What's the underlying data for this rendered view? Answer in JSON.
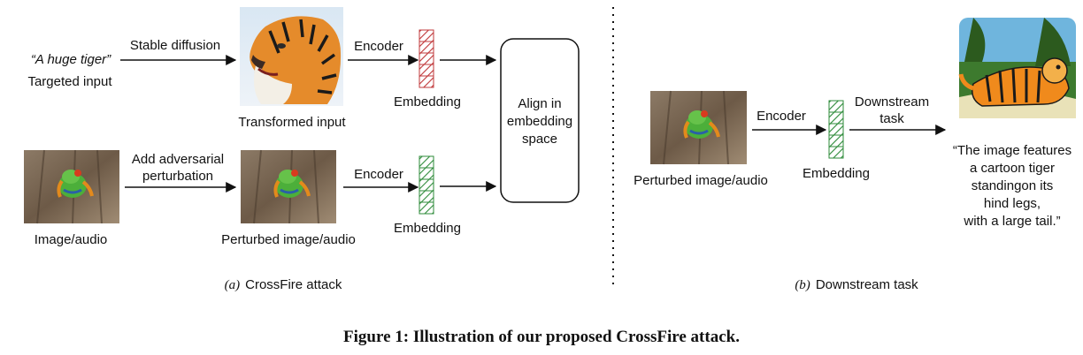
{
  "colors": {
    "red_text": "#e8191b",
    "red_embedding": "#c0393b",
    "green_embedding": "#2e8b3a",
    "stroke": "#111111"
  },
  "left": {
    "target_text": "“A huge tiger”",
    "targeted_input_label": "Targeted input",
    "stable_diffusion_label": "Stable diffusion",
    "transformed_input_label": "Transformed input",
    "encoder_top": "Encoder",
    "embedding_top": "Embedding",
    "image_audio_label": "Image/audio",
    "add_adv_line1": "Add adversarial",
    "add_adv_line2": "perturbation",
    "perturbed_label": "Perturbed image/audio",
    "encoder_bottom": "Encoder",
    "embedding_bottom": "Embedding",
    "align_line1": "Align in",
    "align_line2": "embedding",
    "align_line3": "space",
    "subcaption_prefix": "(a)",
    "subcaption_text": "CrossFire attack"
  },
  "right": {
    "perturbed_label": "Perturbed image/audio",
    "encoder": "Encoder",
    "embedding": "Embedding",
    "downstream_line1": "Downstream",
    "downstream_line2": "task",
    "output_line1": "“The image features",
    "output_line2": "a cartoon tiger",
    "output_line3": "standingon its",
    "output_line4": "hind legs,",
    "output_line5": "with a large tail.”",
    "subcaption_prefix": "(b)",
    "subcaption_text": "Downstream task"
  },
  "caption": "Figure 1: Illustration of our proposed CrossFire attack."
}
